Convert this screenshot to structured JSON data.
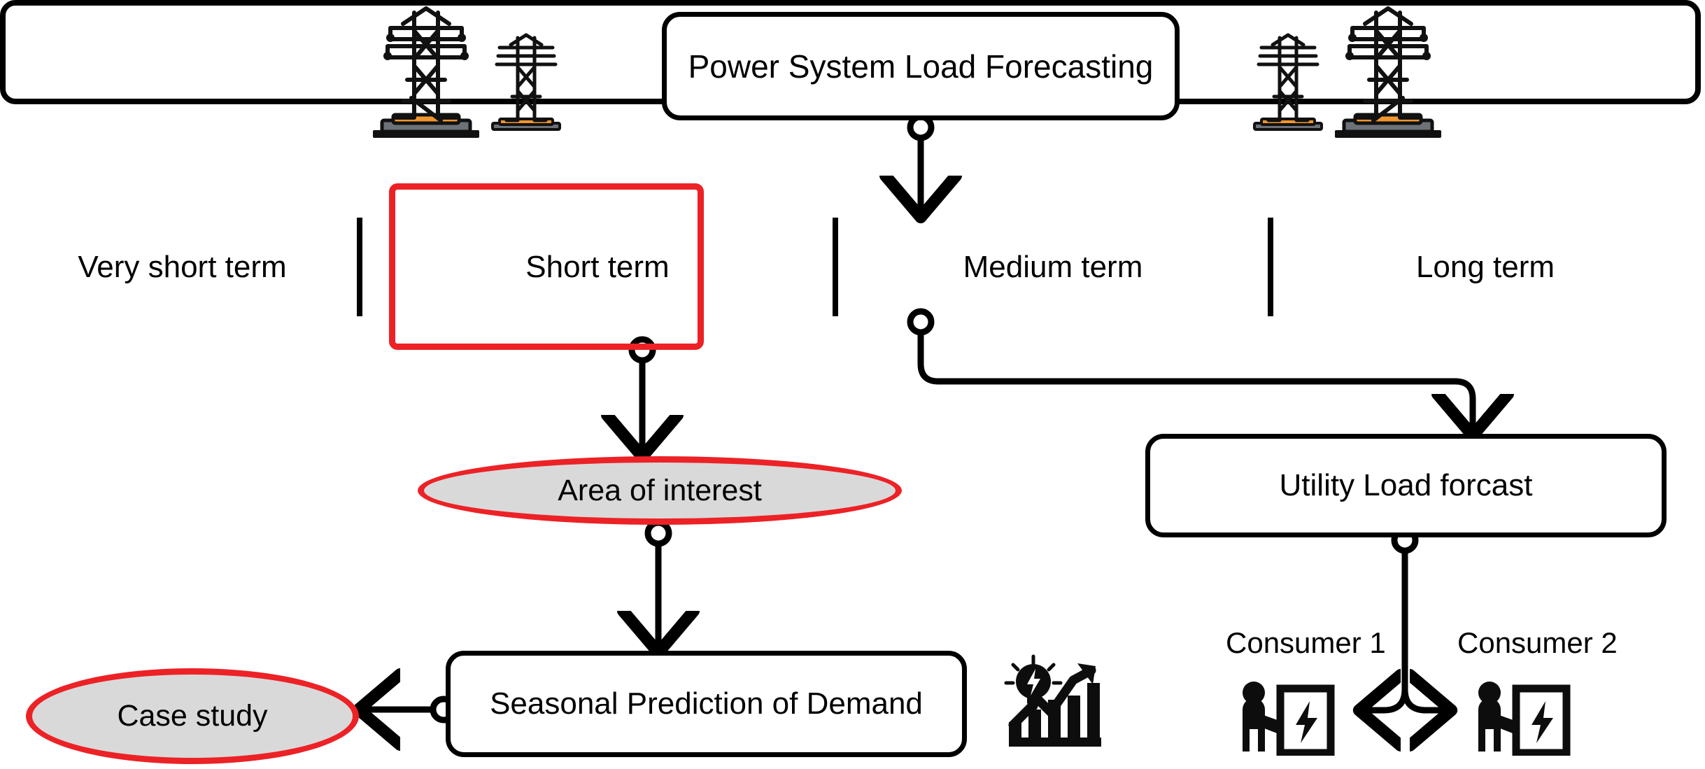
{
  "diagram": {
    "title_box": {
      "label": "Power System Load Forecasting"
    },
    "horizon_bar": {
      "segments": [
        {
          "label": "Very short term",
          "highlighted": false
        },
        {
          "label": "Short term",
          "highlighted": true
        },
        {
          "label": "Medium term",
          "highlighted": false
        },
        {
          "label": "Long term",
          "highlighted": false
        }
      ]
    },
    "nodes": {
      "area_of_interest": {
        "label": "Area of interest",
        "shape": "ellipse",
        "fill": "#d9d9d9",
        "stroke": "#ec2226"
      },
      "case_study": {
        "label": "Case study",
        "shape": "ellipse",
        "fill": "#d9d9d9",
        "stroke": "#ec2226"
      },
      "seasonal_prediction": {
        "label": "Seasonal Prediction of Demand",
        "shape": "rounded-rect",
        "stroke": "#000000"
      },
      "utility_load_forecast": {
        "label": "Utility Load forcast",
        "shape": "rounded-rect",
        "stroke": "#000000"
      }
    },
    "consumers": [
      {
        "label": "Consumer 1"
      },
      {
        "label": "Consumer 2"
      }
    ],
    "icons": [
      {
        "name": "transmission-tower-large-left"
      },
      {
        "name": "transmission-tower-small-left"
      },
      {
        "name": "transmission-tower-small-right"
      },
      {
        "name": "transmission-tower-large-right"
      },
      {
        "name": "lightbulb-growth-chart"
      },
      {
        "name": "consumer-meter-1"
      },
      {
        "name": "consumer-meter-2"
      }
    ],
    "colors": {
      "highlight_red": "#ec2226",
      "node_fill_gray": "#d9d9d9",
      "stroke_black": "#000000",
      "tower_accent_orange": "#f0962d",
      "tower_base_gray": "#6d7278",
      "tower_shade_gray": "#4d5358",
      "background": "#ffffff"
    }
  }
}
